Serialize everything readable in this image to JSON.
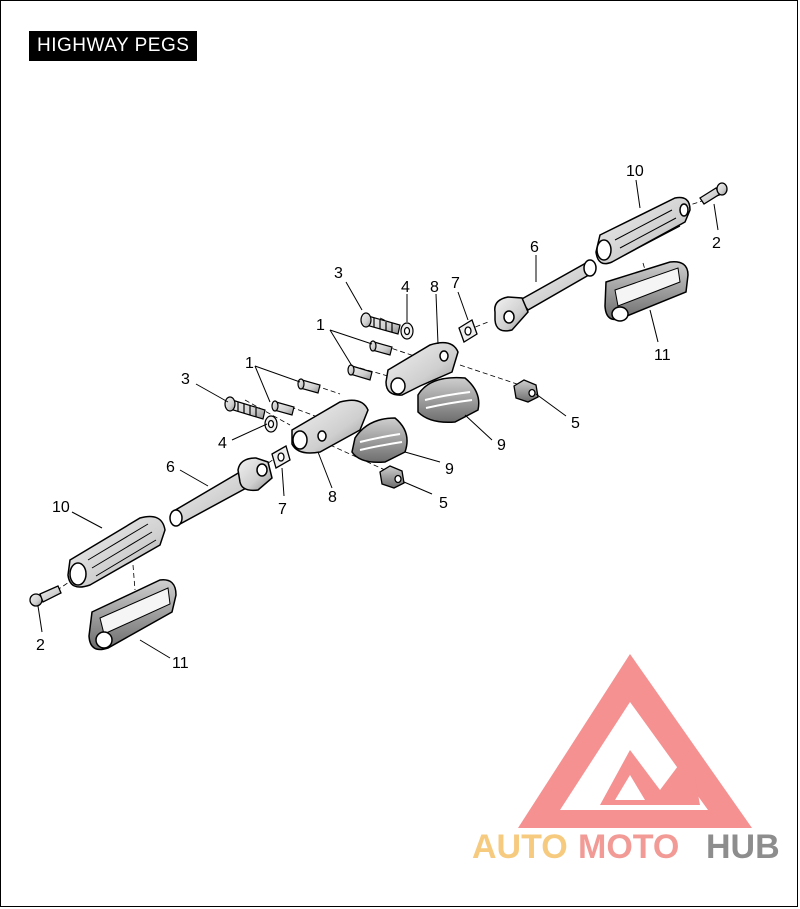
{
  "title": "HIGHWAY PEGS",
  "callouts": {
    "c10_top": "10",
    "c2_top": "2",
    "c6_top": "6",
    "c3_top": "3",
    "c4_top": "4",
    "c8_top": "8",
    "c7_top": "7",
    "c1_top": "1",
    "c11_top": "11",
    "c5_right": "5",
    "c9_right": "9",
    "c1_left": "1",
    "c3_left": "3",
    "c4_left": "4",
    "c6_left": "6",
    "c9_mid": "9",
    "c8_mid": "8",
    "c5_mid": "5",
    "c7_mid": "7",
    "c10_left": "10",
    "c2_left": "2",
    "c11_left": "11"
  },
  "watermark": {
    "part1": "AUTO",
    "part2": "MOTO",
    "part3": "HUB",
    "colors": {
      "auto": "#f5c26b",
      "moto": "#f08a84",
      "hub": "#7a7a7a",
      "logo": "#f26d6d"
    }
  }
}
